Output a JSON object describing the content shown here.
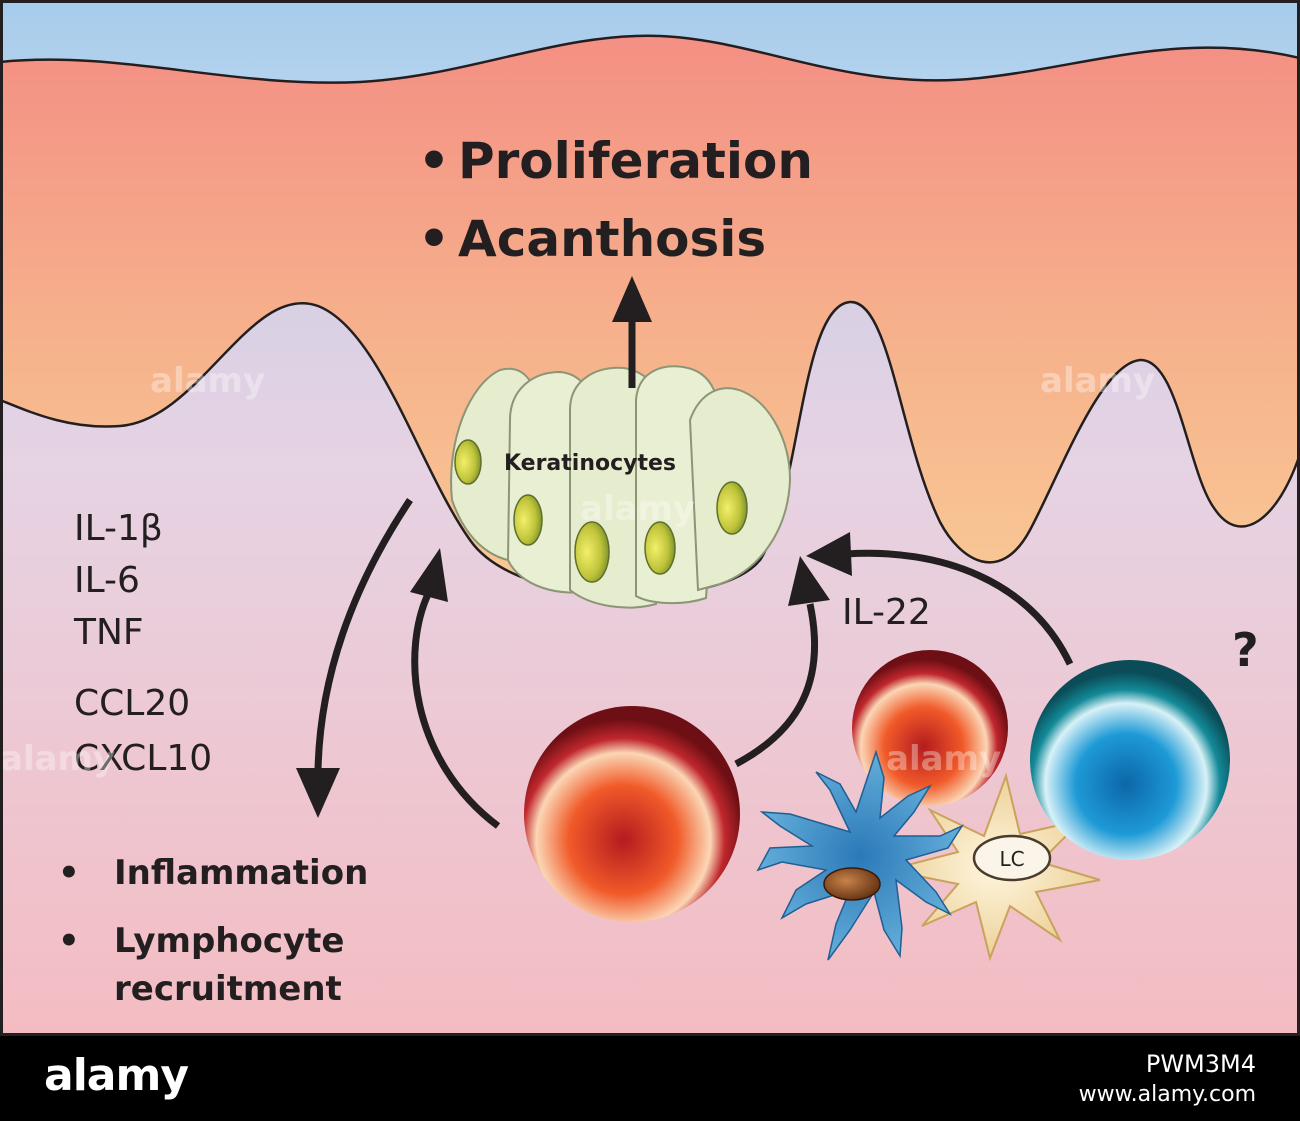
{
  "title_items": [
    "Proliferation",
    "Acanthosis"
  ],
  "bullet_glyph": "•",
  "keratinocytes_label": "Keratinocytes",
  "cytokines": [
    "IL-1β",
    "IL-6",
    "TNF",
    "CCL20",
    "CXCL10"
  ],
  "il22_label": "IL-22",
  "question_mark": "?",
  "lc_label": "LC",
  "outcomes": [
    "Inflammation",
    "Lymphocyte",
    "recruitment"
  ],
  "watermark": "alamy",
  "footer": {
    "brand": "alamy",
    "image_code": "PWM3M4",
    "url": "www.alamy.com"
  },
  "colors": {
    "air_top": "#a8ccec",
    "epidermis_top": "#f49a86",
    "epidermis_bottom": "#f7c08e",
    "dermis_top": "#c9cfe8",
    "dermis_bottom": "#f0c0c6",
    "keratinocyte": "#e8edcf",
    "t_cell_red": "#c8202a",
    "t_cell_blue": "#1a8fcf",
    "dendritic_blue": "#4aa3d6",
    "langerhans": "#f2dfae"
  }
}
